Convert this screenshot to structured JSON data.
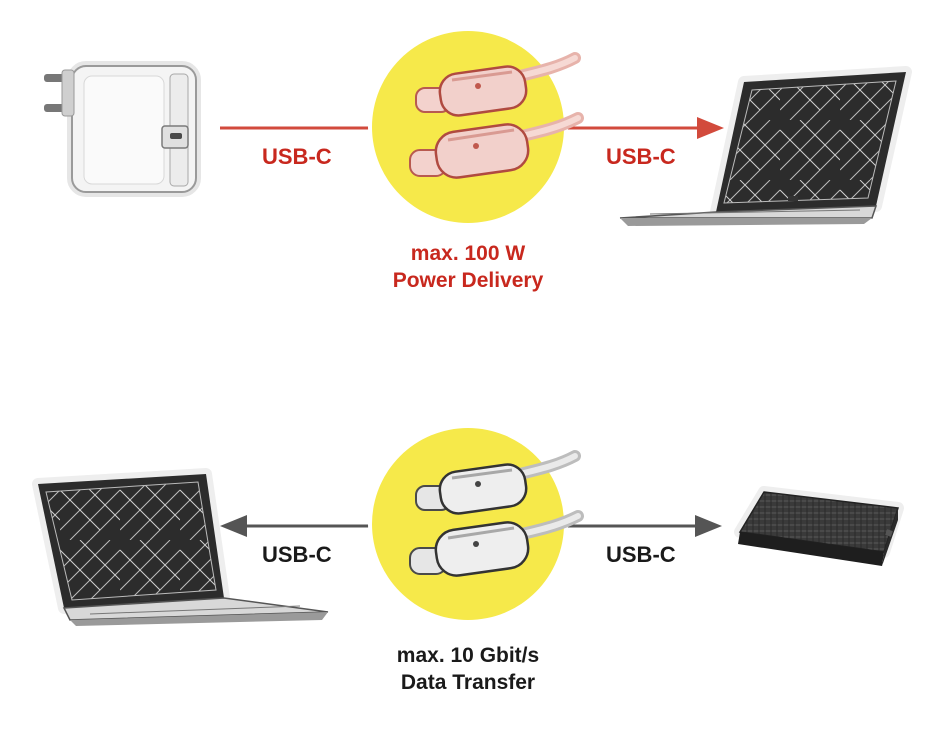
{
  "colors": {
    "power": "#d24a3c",
    "power_text": "#c8281e",
    "data": "#555555",
    "data_text": "#1a1a1a",
    "badge": "#f6e94a"
  },
  "top": {
    "left_label": "USB-C",
    "right_label": "USB-C",
    "caption_line1": "max. 100 W",
    "caption_line2": "Power Delivery",
    "left_device_icon": "usb-c-power-adapter-icon",
    "right_device_icon": "laptop-icon",
    "cable_icon": "usb-c-cable-icon"
  },
  "bottom": {
    "left_label": "USB-C",
    "right_label": "USB-C",
    "caption_line1": "max. 10 Gbit/s",
    "caption_line2": "Data Transfer",
    "left_device_icon": "laptop-icon",
    "right_device_icon": "external-hard-drive-icon",
    "cable_icon": "usb-c-cable-icon"
  }
}
